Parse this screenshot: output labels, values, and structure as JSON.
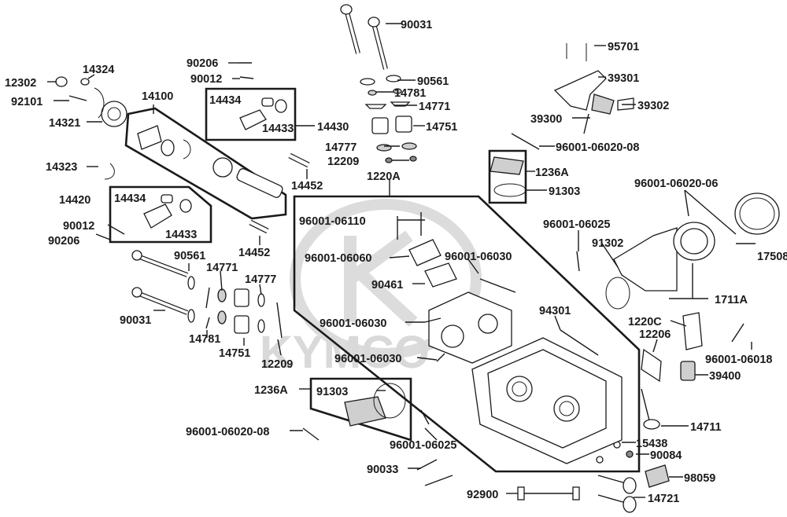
{
  "watermark": {
    "brand": "KYMCO",
    "color": "#d6d6d6"
  },
  "colors": {
    "line": "#1a1a1a",
    "part_fill": "#ffffff",
    "part_shade": "#cfcfcf"
  },
  "labels": {
    "p90031_top": "90031",
    "p90561_top": "90561",
    "p14781_top": "14781",
    "p14771_top": "14771",
    "p14751_top": "14751",
    "p14777_top": "14777",
    "p12209_top": "12209",
    "p1220A": "1220A",
    "p95701": "95701",
    "p39301": "39301",
    "p39302": "39302",
    "p39300": "39300",
    "p96001_06020_08_top": "96001-06020-08",
    "p1236A_top": "1236A",
    "p91303_top": "91303",
    "p96001_06020_06": "96001-06020-06",
    "p96001_06025_top": "96001-06025",
    "p91302": "91302",
    "p17508": "17508",
    "p1711A": "1711A",
    "p1220C": "1220C",
    "p12206": "12206",
    "p96001_06018": "96001-06018",
    "p39400": "39400",
    "p14711": "14711",
    "p15438": "15438",
    "p90084": "90084",
    "p98059": "98059",
    "p14721": "14721",
    "p92900": "92900",
    "p90033": "90033",
    "p96001_06025_bot": "96001-06025",
    "p96001_06020_08_bot": "96001-06020-08",
    "p1236A_bot": "1236A",
    "p91303_bot": "91303",
    "p12209_bot": "12209",
    "p14751_bot": "14751",
    "p14781_bot": "14781",
    "p90031_left": "90031",
    "p90561_left": "90561",
    "p14771_left": "14771",
    "p14777_left": "14777",
    "p14452_low": "14452",
    "p14452_up": "14452",
    "p14420": "14420",
    "p14434_left": "14434",
    "p14433_left": "14433",
    "p90012_left": "90012",
    "p90206_left": "90206",
    "p14323": "14323",
    "p14321": "14321",
    "p92101": "92101",
    "p12302": "12302",
    "p14324": "14324",
    "p14100": "14100",
    "p90206_top": "90206",
    "p90012_top": "90012",
    "p14434_top": "14434",
    "p14433_top": "14433",
    "p14430": "14430",
    "p96001_06110": "96001-06110",
    "p96001_06060": "96001-06060",
    "p96001_06030_a": "96001-06030",
    "p90461": "90461",
    "p96001_06030_b": "96001-06030",
    "p96001_06030_c": "96001-06030",
    "p94301": "94301"
  }
}
